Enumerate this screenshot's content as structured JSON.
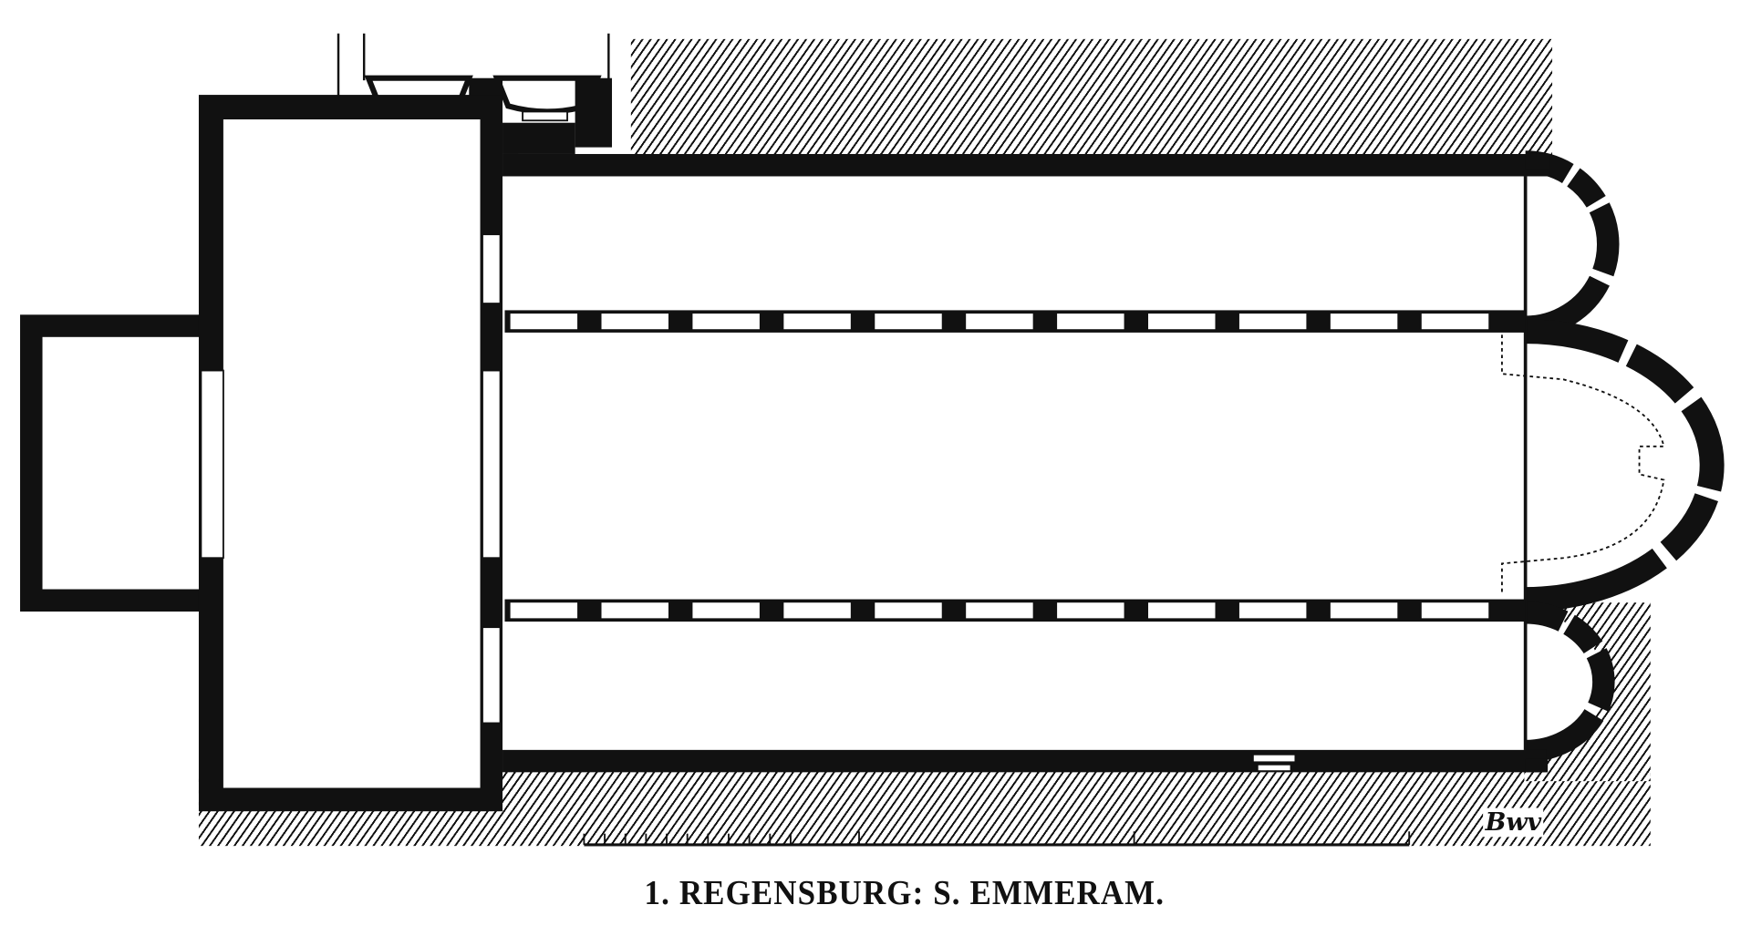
{
  "plan": {
    "caption": "1. REGENSBURG: S. EMMERAM.",
    "signature": "Bwv",
    "colors": {
      "ink": "#111111",
      "paper": "#ffffff"
    },
    "scale_bar": {
      "minor_ticks": 10,
      "major_ticks": 3
    }
  }
}
